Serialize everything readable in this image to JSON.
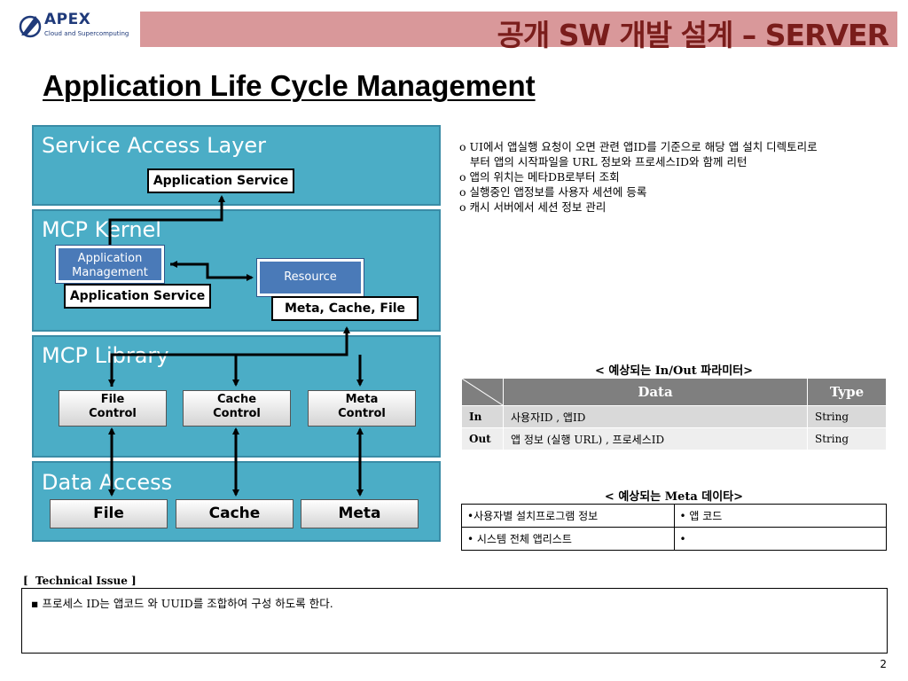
{
  "header": {
    "logo_name": "APEX",
    "logo_sub": "Cloud and Supercomputing",
    "title": "공개 SW 개발 설계 – SERVER"
  },
  "page_title": "Application Life Cycle Management",
  "diagram": {
    "service_access_layer": {
      "title": "Service Access Layer",
      "app_service": "Application Service"
    },
    "mcp_kernel": {
      "title": "MCP Kernel",
      "app_management": "Application Management",
      "resource": "Resource",
      "app_service": "Application Service",
      "meta_cache_file": "Meta, Cache, File"
    },
    "mcp_library": {
      "title": "MCP Library",
      "file_control": "File Control",
      "cache_control": "Cache Control",
      "meta_control": "Meta Control"
    },
    "data_access": {
      "title": "Data Access",
      "file": "File",
      "cache": "Cache",
      "meta": "Meta"
    }
  },
  "description": [
    "o UI에서 앱실행 요청이 오면 관련 앱ID를 기준으로 해당 앱 설치 디렉토리로",
    "   부터 앱의 시작파일을 URL 정보와 프로세스ID와 함께 리턴",
    "o 앱의 위치는 메타DB로부터 조회",
    "o 실행중인 앱정보를 사용자 세션에 등록",
    "o 캐시 서버에서 세션 정보 관리"
  ],
  "io_table": {
    "caption": "< 예상되는 In/Out 파라미터>",
    "headers": [
      "",
      "Data",
      "Type"
    ],
    "rows": [
      [
        "In",
        "사용자ID , 앱ID",
        "String"
      ],
      [
        "Out",
        "앱 정보 (실행 URL) , 프로세스ID",
        "String"
      ]
    ]
  },
  "meta_table": {
    "caption": "< 예상되는 Meta 데이타>",
    "rows": [
      [
        "•사용자별 설치프로그램 정보",
        "• 앱 코드"
      ],
      [
        "• 시스템 전체 앱리스트",
        "•"
      ]
    ]
  },
  "technical_issue": {
    "label": "[  Technical Issue ]",
    "items": [
      "▪  프로세스 ID는 앱코드 와 UUID를 조합하여 구성 하도록 한다."
    ]
  },
  "page_number": "2",
  "colors": {
    "header_bar": "#d9989a",
    "header_text": "#7a1d1b",
    "layer": "#4badc6",
    "resource_box": "#4a7ab8",
    "table_header": "#7f7f7f"
  }
}
